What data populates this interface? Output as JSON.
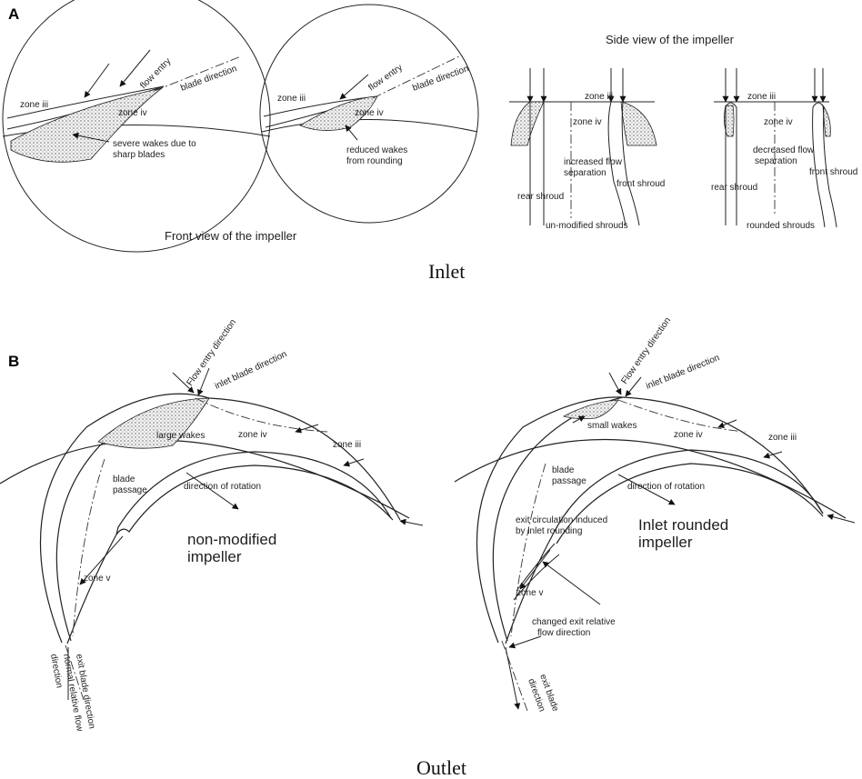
{
  "panels": {
    "a": "A",
    "b": "B"
  },
  "inlet": {
    "caption": "Inlet",
    "front_view_title": "Front view of the impeller",
    "side_view_title": "Side view of the impeller",
    "left_circle": {
      "zone_iii": "zone iii",
      "zone_iv": "zone iv",
      "flow_entry": "flow entry",
      "blade_direction": "blade direction",
      "wake_line1": "severe wakes due to",
      "wake_line2": "sharp blades"
    },
    "right_circle": {
      "zone_iii": "zone iii",
      "zone_iv": "zone iv",
      "flow_entry": "flow entry",
      "blade_direction": "blade direction",
      "wake_line1": "reduced wakes",
      "wake_line2": "from rounding"
    },
    "unmodified": {
      "zone_iii": "zone iii",
      "zone_iv": "zone iv",
      "sep_line1": "increased flow",
      "sep_line2": "separation",
      "rear_shroud": "rear shroud",
      "front_shroud": "front shroud",
      "title": "un-modified shrouds"
    },
    "rounded": {
      "zone_iii": "zone iii",
      "zone_iv": "zone iv",
      "sep_line1": "decreased flow",
      "sep_line2": "separation",
      "rear_shroud": "rear shroud",
      "front_shroud": "front shroud",
      "title": "rounded shrouds"
    }
  },
  "outlet": {
    "caption": "Outlet",
    "left": {
      "flow_entry_direction": "Flow entry direction",
      "inlet_blade_direction": "inlet blade direction",
      "wakes": "large wakes",
      "zone_iv": "zone iv",
      "zone_iii": "zone iii",
      "blade_passage_1": "blade",
      "blade_passage_2": "passage",
      "direction_of_rotation": "direction of rotation",
      "impeller_line1": "non-modified",
      "impeller_line2": "impeller",
      "zone_v": "zone v",
      "exit_blade_direction": "exit blade direction",
      "normal_flow_1": "normal relative flow",
      "normal_flow_2": "direction"
    },
    "right": {
      "flow_entry_direction": "Flow entry direction",
      "inlet_blade_direction": "inlet blade direction",
      "wakes": "small wakes",
      "zone_iv": "zone iv",
      "zone_iii": "zone iii",
      "blade_passage_1": "blade",
      "blade_passage_2": "passage",
      "direction_of_rotation": "direction of rotation",
      "circulation_1": "exit circulation induced",
      "circulation_2": "by inlet rounding",
      "impeller_line1": "Inlet rounded",
      "impeller_line2": "impeller",
      "zone_v": "zone v",
      "changed_1": "changed exit relative",
      "changed_2": "flow direction",
      "exit_blade_1": "exit blade",
      "exit_blade_2": "direction"
    }
  }
}
